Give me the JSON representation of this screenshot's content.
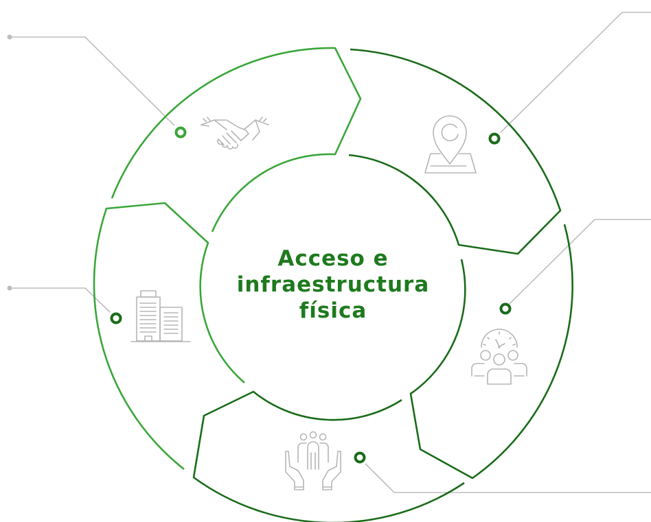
{
  "diagram": {
    "center_lines": [
      "Acceso e",
      "infraestructura",
      "física"
    ],
    "colors": {
      "title": "#1e7a1e",
      "light_green": "#3aa63a",
      "dark_green": "#1a6b1a",
      "leader_line": "#bdbdbd",
      "icon_gray": "#b5b5b5"
    },
    "segments": [
      {
        "icon": "handshake-icon"
      },
      {
        "icon": "location-pin-map-icon"
      },
      {
        "icon": "office-building-icon"
      },
      {
        "icon": "clock-team-icon"
      },
      {
        "icon": "hands-holding-people-icon"
      }
    ]
  }
}
